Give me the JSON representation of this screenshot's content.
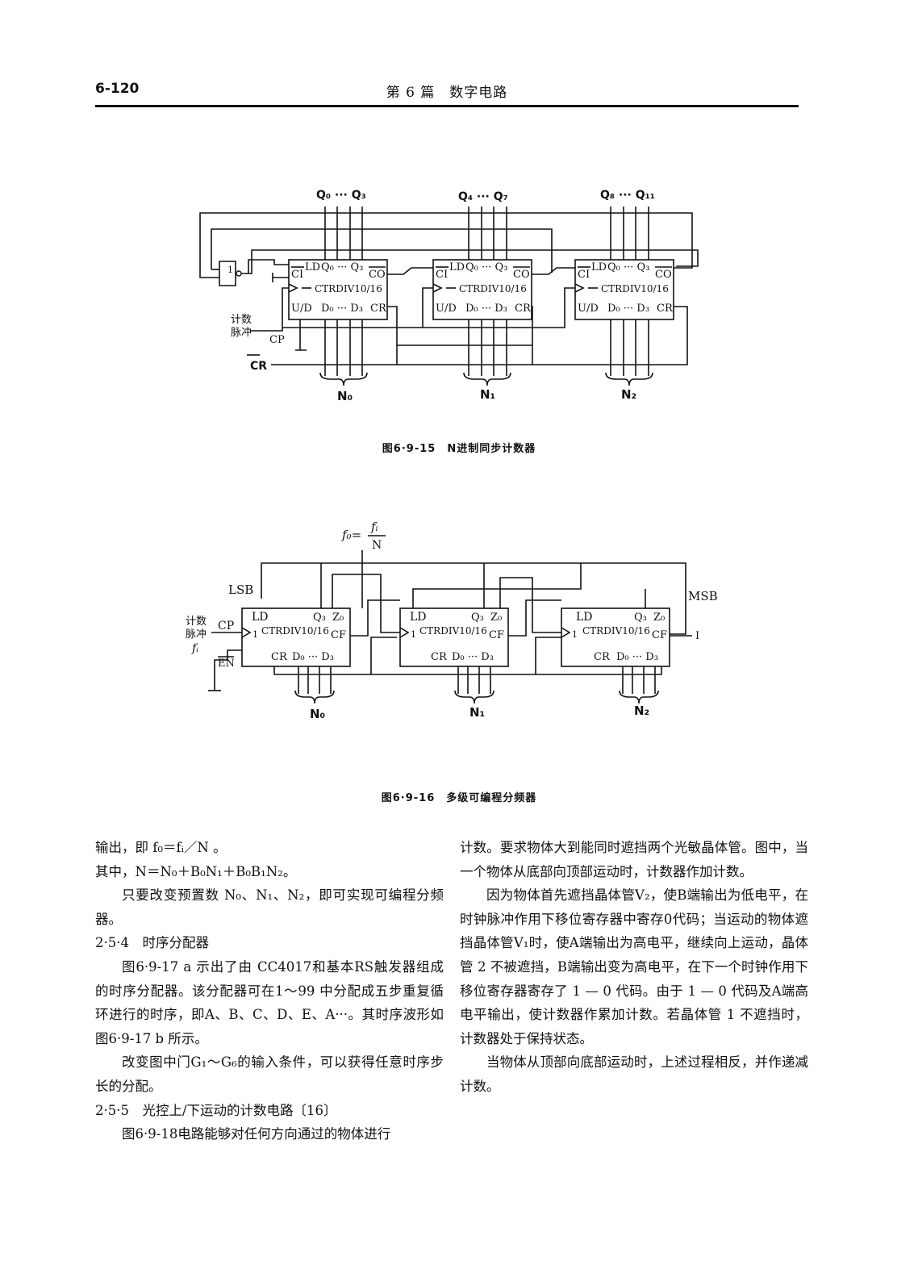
{
  "header": {
    "page_number": "6-120",
    "running_title": "第 6 篇　数字电路"
  },
  "figure15": {
    "caption": "图6·9-15　N进制同步计数器",
    "chips": [
      {
        "ci": "CI",
        "ld": "LD",
        "q_out": "Q₀ ··· Q₃",
        "co": "CO",
        "name": "CTRDIV10/16",
        "ud": "U/D",
        "d_in": "D₀ ··· D₃",
        "cr": "CR"
      },
      {
        "ci": "CI",
        "ld": "LD",
        "q_out": "Q₀ ··· Q₃",
        "co": "CO",
        "name": "CTRDIV10/16",
        "ud": "U/D",
        "d_in": "D₀ ··· D₃",
        "cr": "CR"
      },
      {
        "ci": "CI",
        "ld": "LD",
        "q_out": "Q₀ ··· Q₃",
        "co": "CO",
        "name": "CTRDIV10/16",
        "ud": "U/D",
        "d_in": "D₀ ··· D₃",
        "cr": "CR"
      }
    ],
    "top_outputs": [
      "Q₀ ··· Q₃",
      "Q₄ ··· Q₇",
      "Q₈ ··· Q₁₁"
    ],
    "preset_labels": [
      "N₀",
      "N₁",
      "N₂"
    ],
    "gate_label": "1",
    "input_label_line1": "计数",
    "input_label_line2": "脉冲",
    "cp_label": "CP",
    "cr_label": "CR"
  },
  "figure16": {
    "caption": "图6·9-16　多级可编程分频器",
    "formula_lhs": "f₀=",
    "formula_num": "fᵢ",
    "formula_den": "N",
    "lsb": "LSB",
    "msb": "MSB",
    "input_label_line1": "计数",
    "input_label_line2": "脉冲",
    "input_freq": "fᵢ",
    "cp_label": "CP",
    "en_label": "EN",
    "output_label": "I",
    "chips": [
      {
        "ld": "LD",
        "q3": "Q₃",
        "z0": "Z₀",
        "name": "CTRDIV10/16",
        "cf": "CF",
        "gate": "1",
        "cr": "CR",
        "d_in": "D₀ ··· D₃"
      },
      {
        "ld": "LD",
        "q3": "Q₃",
        "z0": "Z₀",
        "name": "CTRDIV10/16",
        "cf": "CF",
        "gate": "1",
        "cr": "CR",
        "d_in": "D₀ ··· D₃"
      },
      {
        "ld": "LD",
        "q3": "Q₃",
        "z0": "Z₀",
        "name": "CTRDIV10/16",
        "cf": "CF",
        "gate": "1",
        "cr": "CR",
        "d_in": "D₀ ··· D₃"
      }
    ],
    "preset_labels": [
      "N₀",
      "N₁",
      "N₂"
    ]
  },
  "left_column": [
    {
      "text": "输出，即 f₀＝fᵢ／N 。",
      "indent": false
    },
    {
      "text": "其中，N＝N₀＋B₀N₁＋B₀B₁N₂。",
      "indent": false
    },
    {
      "text": "只要改变预置数 N₀、N₁、N₂，即可实现可编程分频器。",
      "indent": true
    },
    {
      "text": "2·5·4　时序分配器",
      "indent": false
    },
    {
      "text": "图6·9-17 a 示出了由 CC4017和基本RS触发器组成的时序分配器。该分配器可在1～99 中分配成五步重复循环进行的时序，即A、B、C、D、E、A···。其时序波形如图6·9-17 b 所示。",
      "indent": true
    },
    {
      "text": "改变图中门G₁～G₆的输入条件，可以获得任意时序步长的分配。",
      "indent": true
    },
    {
      "text": "2·5·5　光控上/下运动的计数电路〔16〕",
      "indent": false
    },
    {
      "text": "图6·9-18电路能够对任何方向通过的物体进行",
      "indent": true
    }
  ],
  "right_column": [
    {
      "text": "计数。要求物体大到能同时遮挡两个光敏晶体管。图中，当一个物体从底部向顶部运动时，计数器作加计数。",
      "indent": false
    },
    {
      "text": "因为物体首先遮挡晶体管V₂，使B端输出为低电平，在时钟脉冲作用下移位寄存器中寄存0代码；当运动的物体遮挡晶体管V₁时，使A端输出为高电平，继续向上运动，晶体管 2 不被遮挡，B端输出变为高电平，在下一个时钟作用下移位寄存器寄存了 1 — 0 代码。由于 1 — 0 代码及A端高电平输出，使计数器作累加计数。若晶体管 1 不遮挡时，计数器处于保持状态。",
      "indent": true
    },
    {
      "text": "当物体从顶部向底部运动时，上述过程相反，并作递减计数。",
      "indent": true
    }
  ]
}
